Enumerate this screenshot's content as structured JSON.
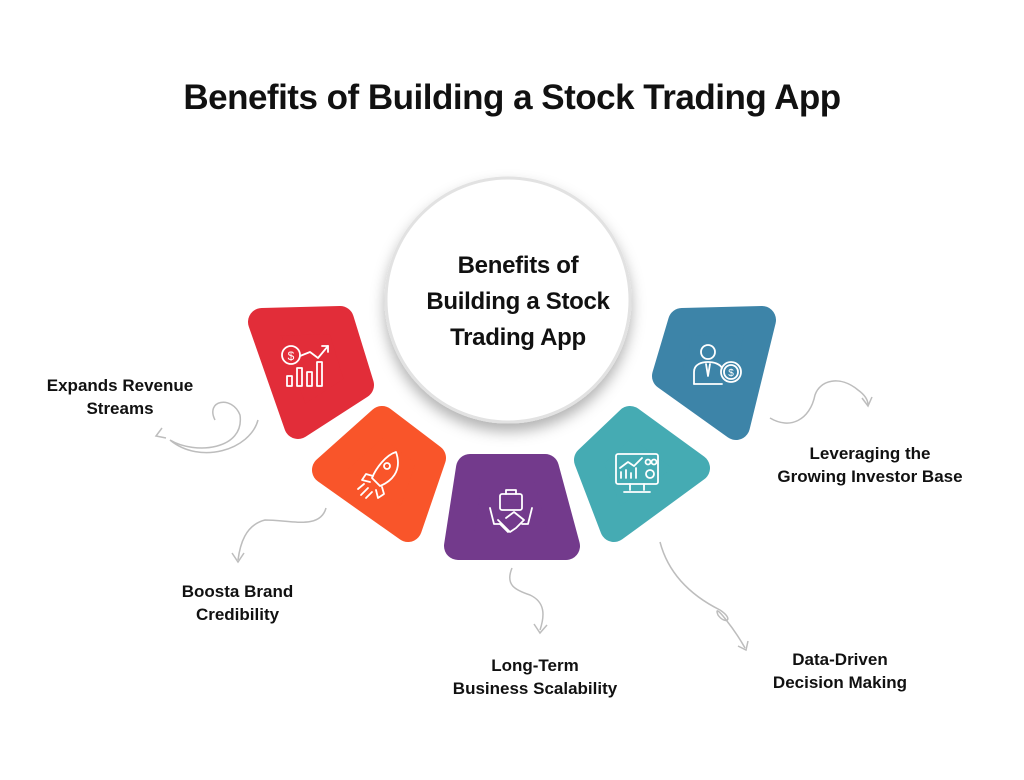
{
  "title": "Benefits of Building a Stock Trading App",
  "center": {
    "line1": "Benefits of",
    "line2": "Building a Stock",
    "line3": "Trading App"
  },
  "benefits": [
    {
      "line1": "Expands Revenue",
      "line2": "Streams",
      "color": "#E22D39",
      "icon": "revenue-growth-icon"
    },
    {
      "line1": "Boosta Brand",
      "line2": "Credibility",
      "color": "#F9552A",
      "icon": "rocket-icon"
    },
    {
      "line1": "Long-Term",
      "line2": "Business Scalability",
      "color": "#733A8C",
      "icon": "handshake-briefcase-icon"
    },
    {
      "line1": "Data-Driven",
      "line2": "Decision Making",
      "color": "#45ABB3",
      "icon": "analytics-monitor-icon"
    },
    {
      "line1": "Leveraging the",
      "line2": "Growing Investor Base",
      "color": "#3D84A8",
      "icon": "investor-icon"
    }
  ]
}
